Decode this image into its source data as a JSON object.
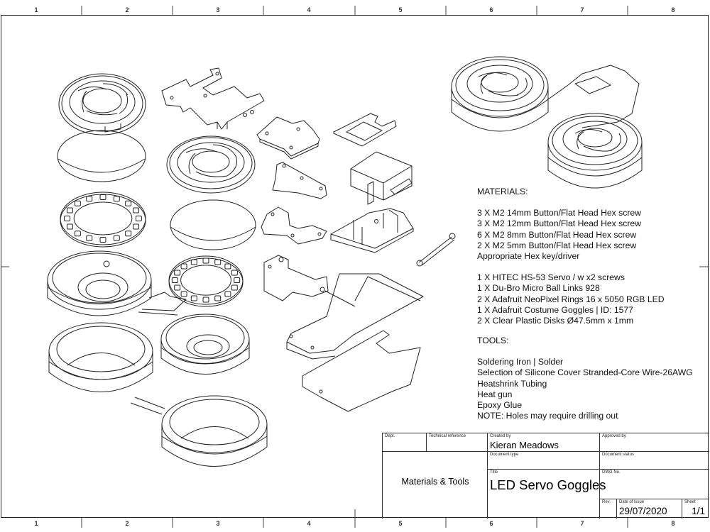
{
  "sheet": {
    "zones_top": [
      "1",
      "2",
      "3",
      "4",
      "5",
      "6",
      "7",
      "8"
    ],
    "zones_bottom": [
      "1",
      "2",
      "3",
      "4",
      "5",
      "6",
      "7",
      "8"
    ]
  },
  "materials": {
    "heading": "MATERIALS:",
    "group1": [
      "3 X M2 14mm Button/Flat Head Hex screw",
      "3 X M2 12mm Button/Flat Head Hex screw",
      "6 X M2 8mm Button/Flat Head Hex screw",
      "2 X M2 5mm Button/Flat Head Hex screw",
      "Appropriate Hex key/driver"
    ],
    "group2": [
      "1 X HITEC HS-53 Servo / w x2 screws",
      "1 X Du-Bro Micro Ball Links 928",
      "2 X Adafruit NeoPixel Rings 16 x 5050 RGB LED",
      "1 X Adafruit Costume Goggles | ID: 1577",
      "2 X Clear Plastic Disks Ø47.5mm  x 1mm"
    ]
  },
  "tools": {
    "heading": "TOOLS:",
    "items": [
      "Soldering Iron | Solder",
      "Selection of Silicone Cover Stranded-Core Wire-26AWG",
      "Heatshrink Tubing",
      "Heat gun",
      "Epoxy Glue",
      "NOTE: Holes may require drilling out"
    ]
  },
  "title_block": {
    "dept_label": "Dept.",
    "dept_value": "",
    "tech_ref_label": "Technical reference",
    "tech_ref_value": "",
    "created_by_label": "Created by",
    "created_by_value": "Kieran Meadows",
    "approved_by_label": "Approved by",
    "approved_by_value": "",
    "doc_type_label": "Document type",
    "doc_type_value": "",
    "doc_status_label": "Document status",
    "doc_status_value": "",
    "subtitle": "Materials & Tools",
    "title_label": "Title",
    "title_value": "LED Servo Goggles",
    "dwg_no_label": "DWG No.",
    "dwg_no_value": "",
    "rev_label": "Rev.",
    "rev_value": "",
    "date_label": "Date of issue",
    "date_value": "29/07/2020",
    "sheet_label": "Sheet",
    "sheet_value": "1/1"
  },
  "colors": {
    "line": "#222222",
    "paper": "#ffffff"
  }
}
